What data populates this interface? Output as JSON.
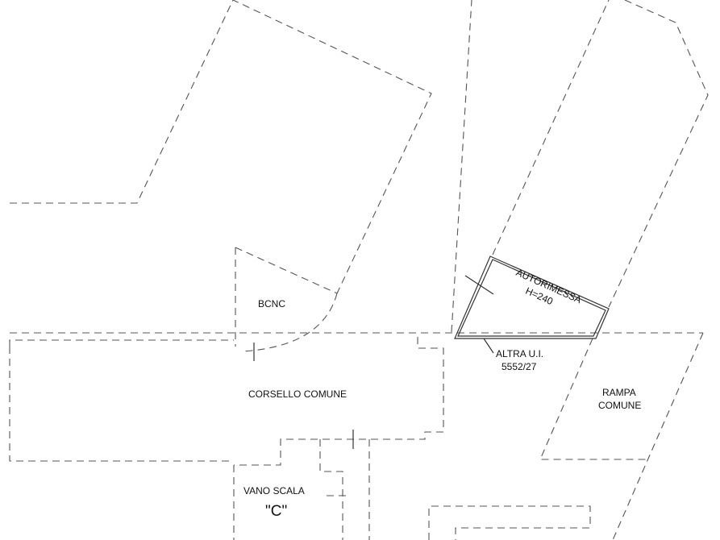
{
  "labels": {
    "bcnc": "BCNC",
    "autorimessa": "AUTORIMESSA",
    "autorimessa_height": "H=240",
    "altra_ui": "ALTRA U.I.",
    "altra_ui_ref": "5552/27",
    "corsello": "CORSELLO COMUNE",
    "rampa": "RAMPA",
    "rampa_comune": "COMUNE",
    "vano_scala": "VANO SCALA",
    "vano_scala_id": "\"C\""
  }
}
